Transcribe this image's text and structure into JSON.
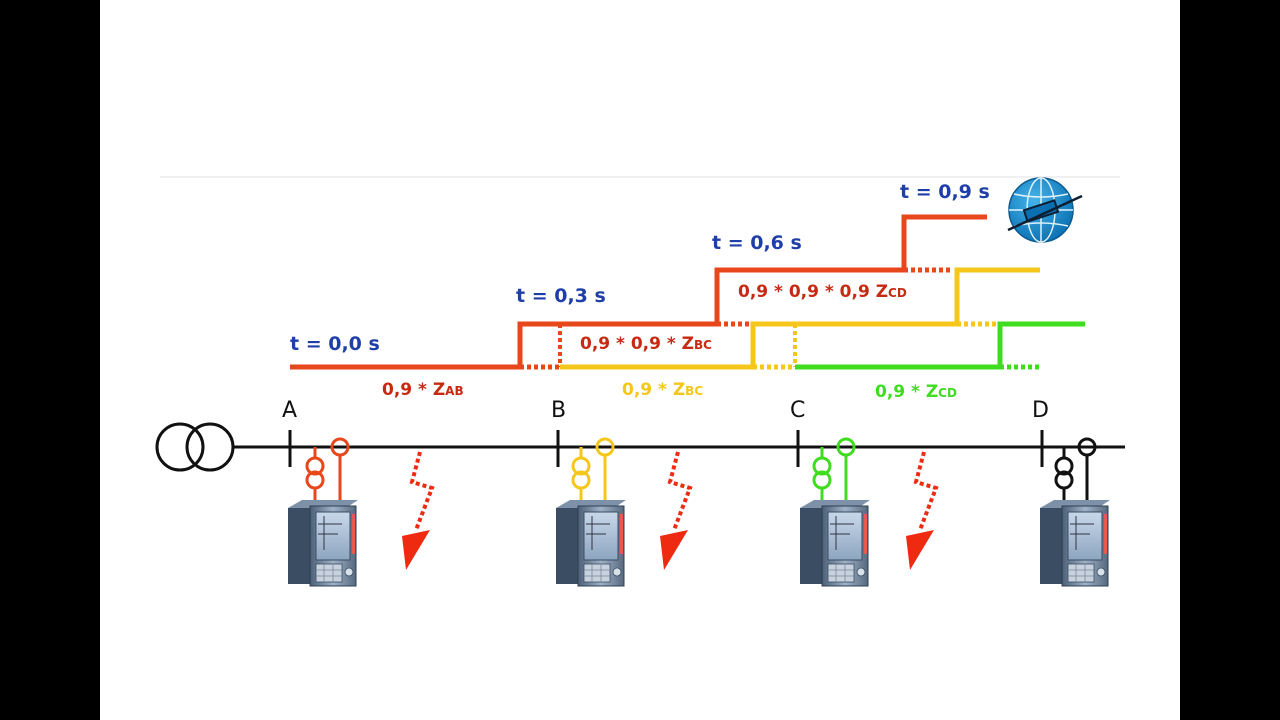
{
  "colors": {
    "zone1": "#e8461b",
    "zone2_text": "#c62a12",
    "yellow": "#f4c71a",
    "green": "#3fdc1f",
    "blue_text": "#1f3fa8",
    "black": "#111111",
    "fault_arrow": "#ee2a10"
  },
  "time_labels": [
    "t = 0,0 s",
    "t = 0,3 s",
    "t = 0,6 s",
    "t = 0,9 s"
  ],
  "zone_labels": {
    "zab": {
      "main": "0,9 * Z",
      "sub": "AB"
    },
    "zbc_level2": {
      "main": "0,9 * 0,9 * Z",
      "sub": "BC"
    },
    "zcd_level3": {
      "main": "0,9 * 0,9 * 0,9 Z",
      "sub": "CD"
    },
    "zbc": {
      "main": "0,9 * Z",
      "sub": "BC"
    },
    "zcd": {
      "main": "0,9 * Z",
      "sub": "CD"
    }
  },
  "buses": [
    "A",
    "B",
    "C",
    "D"
  ],
  "icons": {
    "transformer": "transformer-symbol-icon",
    "relay": "protection-relay-icon",
    "fault": "lightning-fault-icon",
    "logo": "globe-logo-icon"
  }
}
